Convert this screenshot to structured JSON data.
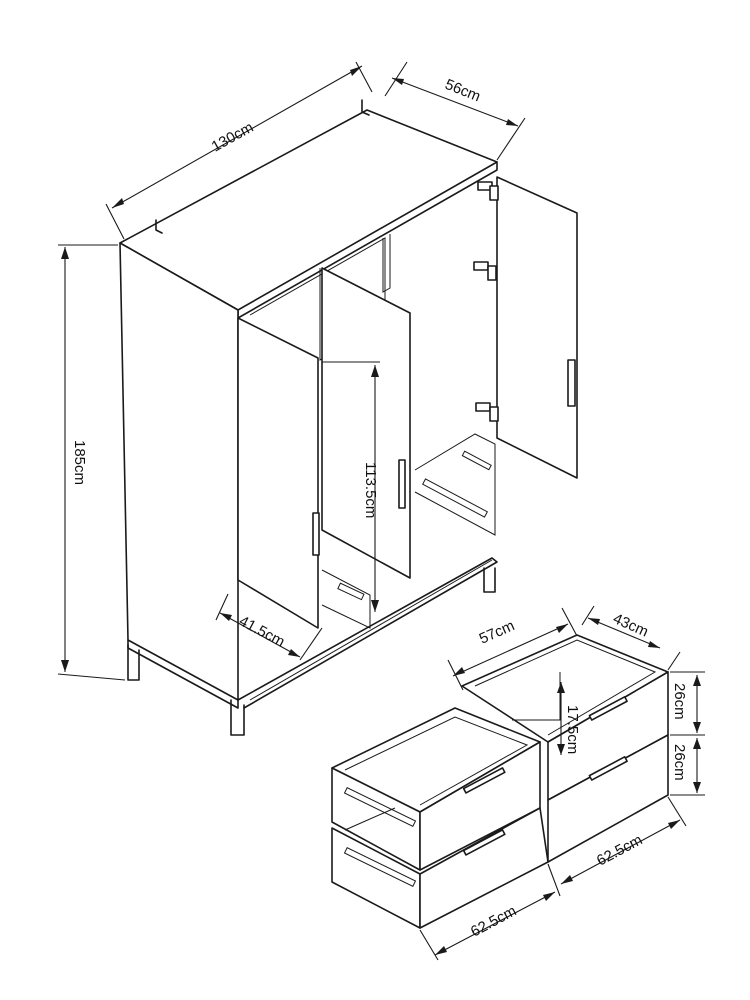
{
  "dimensions": {
    "width": "130cm",
    "depth": "56cm",
    "height": "185cm",
    "inner_height": "113.5cm",
    "inner_depth": "41.5cm",
    "drawer_width": "57cm",
    "drawer_depth": "43cm",
    "drawer_front_height_top": "26cm",
    "drawer_front_height_bottom": "26cm",
    "drawer_inner_height": "17.5cm",
    "drawer_front_width_left": "62.5cm",
    "drawer_front_width_right": "62.5cm"
  }
}
